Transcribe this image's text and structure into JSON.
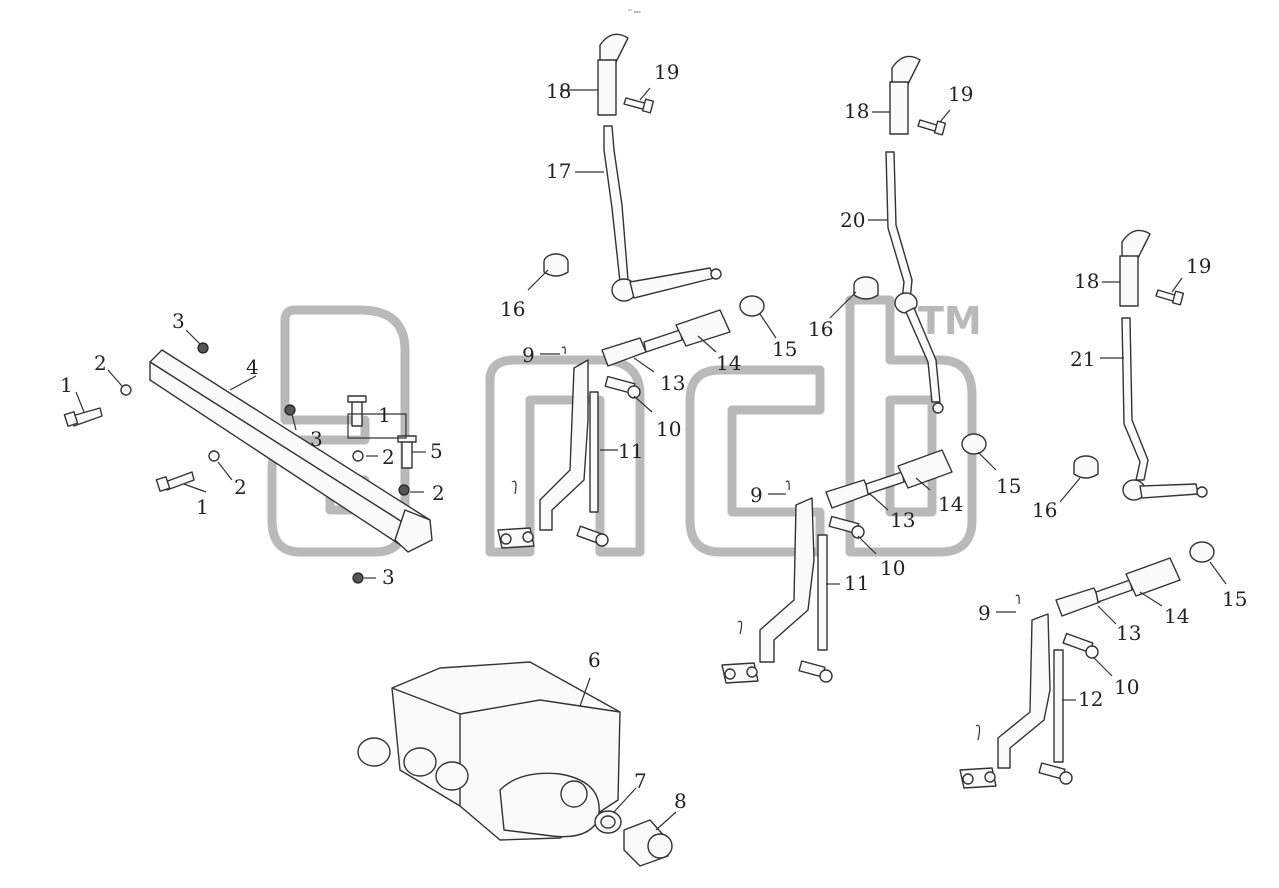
{
  "header_mark": "ᵚ ₐₐₐ",
  "watermark": {
    "mark": "TM"
  },
  "callouts": {
    "c1a": "1",
    "c1b": "1",
    "c1c": "1",
    "c2a": "2",
    "c2b": "2",
    "c2c": "2",
    "c2d": "2",
    "c3a": "3",
    "c3b": "3",
    "c3c": "3",
    "c4": "4",
    "c5": "5",
    "c6": "6",
    "c7": "7",
    "c8": "8",
    "c9a": "9",
    "c9b": "9",
    "c9c": "9",
    "c10a": "10",
    "c10b": "10",
    "c10c": "10",
    "c11a": "11",
    "c11b": "11",
    "c12": "12",
    "c13a": "13",
    "c13b": "13",
    "c13c": "13",
    "c14a": "14",
    "c14b": "14",
    "c14c": "14",
    "c15a": "15",
    "c15b": "15",
    "c15c": "15",
    "c16a": "16",
    "c16b": "16",
    "c16c": "16",
    "c17": "17",
    "c18a": "18",
    "c18b": "18",
    "c18c": "18",
    "c19a": "19",
    "c19b": "19",
    "c19c": "19",
    "c20": "20",
    "c21": "21"
  }
}
